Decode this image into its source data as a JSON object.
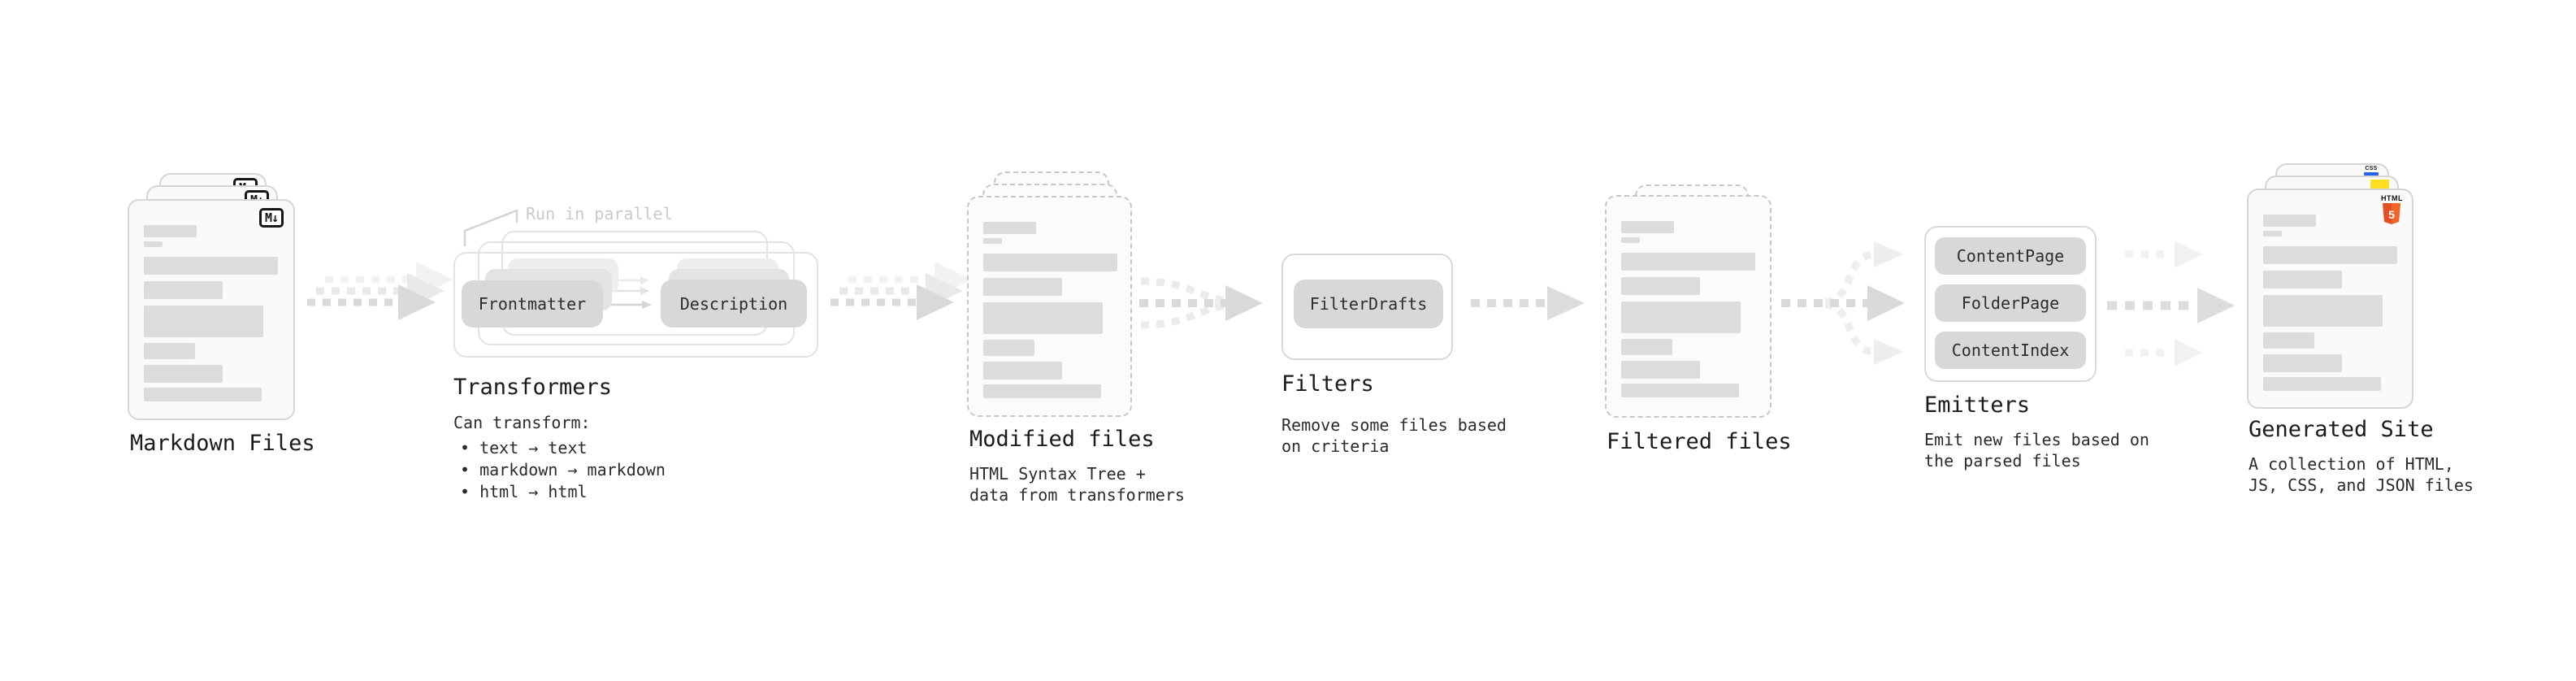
{
  "pipeline": {
    "markdown": {
      "label": "Markdown Files",
      "badge": "M↓"
    },
    "transformers": {
      "heading": "Transformers",
      "note": "Run in parallel",
      "pills": [
        "Frontmatter",
        "Description"
      ],
      "desc_title": "Can transform:",
      "bullets": [
        "• text → text",
        "• markdown → markdown",
        "• html → html"
      ]
    },
    "modified": {
      "heading": "Modified files",
      "desc_lines": [
        "HTML Syntax Tree +",
        "data from transformers"
      ]
    },
    "filters": {
      "heading": "Filters",
      "pill": "FilterDrafts",
      "desc_lines": [
        "Remove some files based",
        "on criteria"
      ]
    },
    "filtered": {
      "heading": "Filtered files"
    },
    "emitters": {
      "heading": "Emitters",
      "pills": [
        "ContentPage",
        "FolderPage",
        "ContentIndex"
      ],
      "desc_lines": [
        "Emit new files based on",
        "the parsed files"
      ]
    },
    "site": {
      "heading": "Generated Site",
      "desc_lines": [
        "A collection of HTML,",
        "JS, CSS, and JSON files"
      ],
      "badges": {
        "html_label": "HTML",
        "html_number": "5",
        "css_label": "CSS"
      }
    }
  },
  "colors": {
    "html5_orange": "#e44d26",
    "html5_orange_light": "#f16529",
    "js_yellow": "#ffdf1f",
    "css_blue": "#2563eb",
    "arrow_dark": "#d9d9d9",
    "arrow_light": "#ededed"
  },
  "file_card_bars": [
    {
      "mt": 30,
      "w": 65,
      "h": 15
    },
    {
      "mt": 5,
      "w": 23,
      "h": 7
    },
    {
      "mt": 12,
      "w": 165,
      "h": 22
    },
    {
      "mt": 8,
      "w": 97,
      "h": 22
    },
    {
      "mt": 8,
      "w": 147,
      "h": 39
    },
    {
      "mt": 7,
      "w": 63,
      "h": 20
    },
    {
      "mt": 7,
      "w": 97,
      "h": 22
    },
    {
      "mt": 6,
      "w": 145,
      "h": 17
    }
  ]
}
